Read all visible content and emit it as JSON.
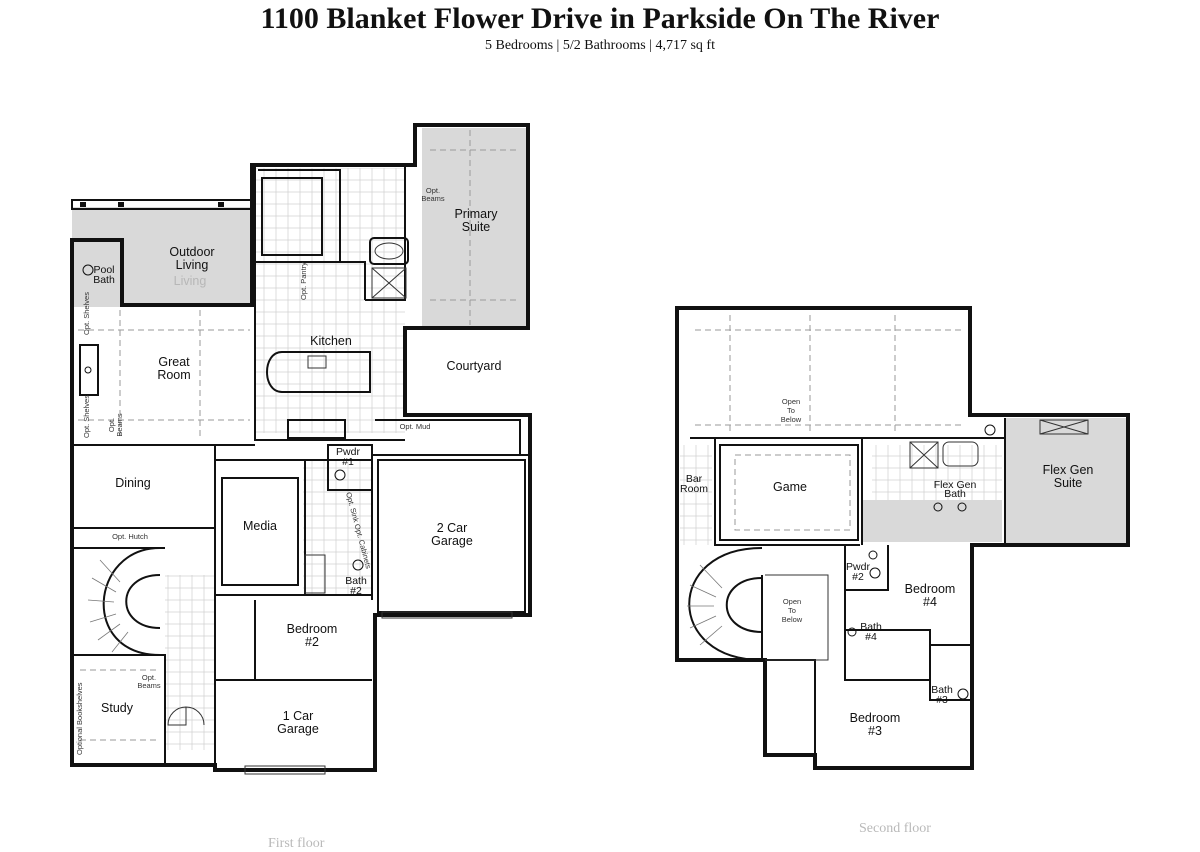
{
  "header": {
    "title": "1100 Blanket Flower Drive in Parkside On The River",
    "subtitle": "5 Bedrooms | 5/2 Bathrooms | 4,717 sq ft"
  },
  "first_floor": {
    "caption": "First floor",
    "labels": {
      "outdoor_living_1": "Outdoor",
      "outdoor_living_2": "Living",
      "outdoor_living_ghost": "Living",
      "pool_bath_1": "Pool",
      "pool_bath_2": "Bath",
      "primary_suite_1": "Primary",
      "primary_suite_2": "Suite",
      "opt_beams_primary_1": "Opt.",
      "opt_beams_primary_2": "Beams",
      "opt_pantry": "Opt. Pantry",
      "kitchen": "Kitchen",
      "courtyard": "Courtyard",
      "great_room_1": "Great",
      "great_room_2": "Room",
      "opt_shelves_top": "Opt. Shelves",
      "opt_shelves_bottom": "Opt. Shelves",
      "opt_beams_great_1": "Opt.",
      "opt_beams_great_2": "Beams",
      "opt_mud": "Opt. Mud",
      "pwdr1_1": "Pwdr",
      "pwdr1_2": "#1",
      "opt_sink_cabinets": "Opt. Sink Opt. Cabinets",
      "dining": "Dining",
      "media": "Media",
      "two_car_garage_1": "2 Car",
      "two_car_garage_2": "Garage",
      "opt_hutch": "Opt. Hutch",
      "bath2_1": "Bath",
      "bath2_2": "#2",
      "bedroom2_1": "Bedroom",
      "bedroom2_2": "#2",
      "opt_beams_study_1": "Opt.",
      "opt_beams_study_2": "Beams",
      "optional_bookshelves": "Optional Bookshelves",
      "study": "Study",
      "one_car_garage_1": "1 Car",
      "one_car_garage_2": "Garage"
    }
  },
  "second_floor": {
    "caption": "Second floor",
    "labels": {
      "open_to_below_top_1": "Open",
      "open_to_below_top_2": "To",
      "open_to_below_top_3": "Below",
      "bar_room_1": "Bar",
      "bar_room_2": "Room",
      "game": "Game",
      "flex_gen_bath_1": "Flex Gen",
      "flex_gen_bath_2": "Bath",
      "flex_gen_suite_1": "Flex Gen",
      "flex_gen_suite_2": "Suite",
      "pwdr2_1": "Pwdr",
      "pwdr2_2": "#2",
      "open_to_below_stair_1": "Open",
      "open_to_below_stair_2": "To",
      "open_to_below_stair_3": "Below",
      "bedroom4_1": "Bedroom",
      "bedroom4_2": "#4",
      "bath4_1": "Bath",
      "bath4_2": "#4",
      "bath3_1": "Bath",
      "bath3_2": "#3",
      "bedroom3_1": "Bedroom",
      "bedroom3_2": "#3"
    }
  }
}
